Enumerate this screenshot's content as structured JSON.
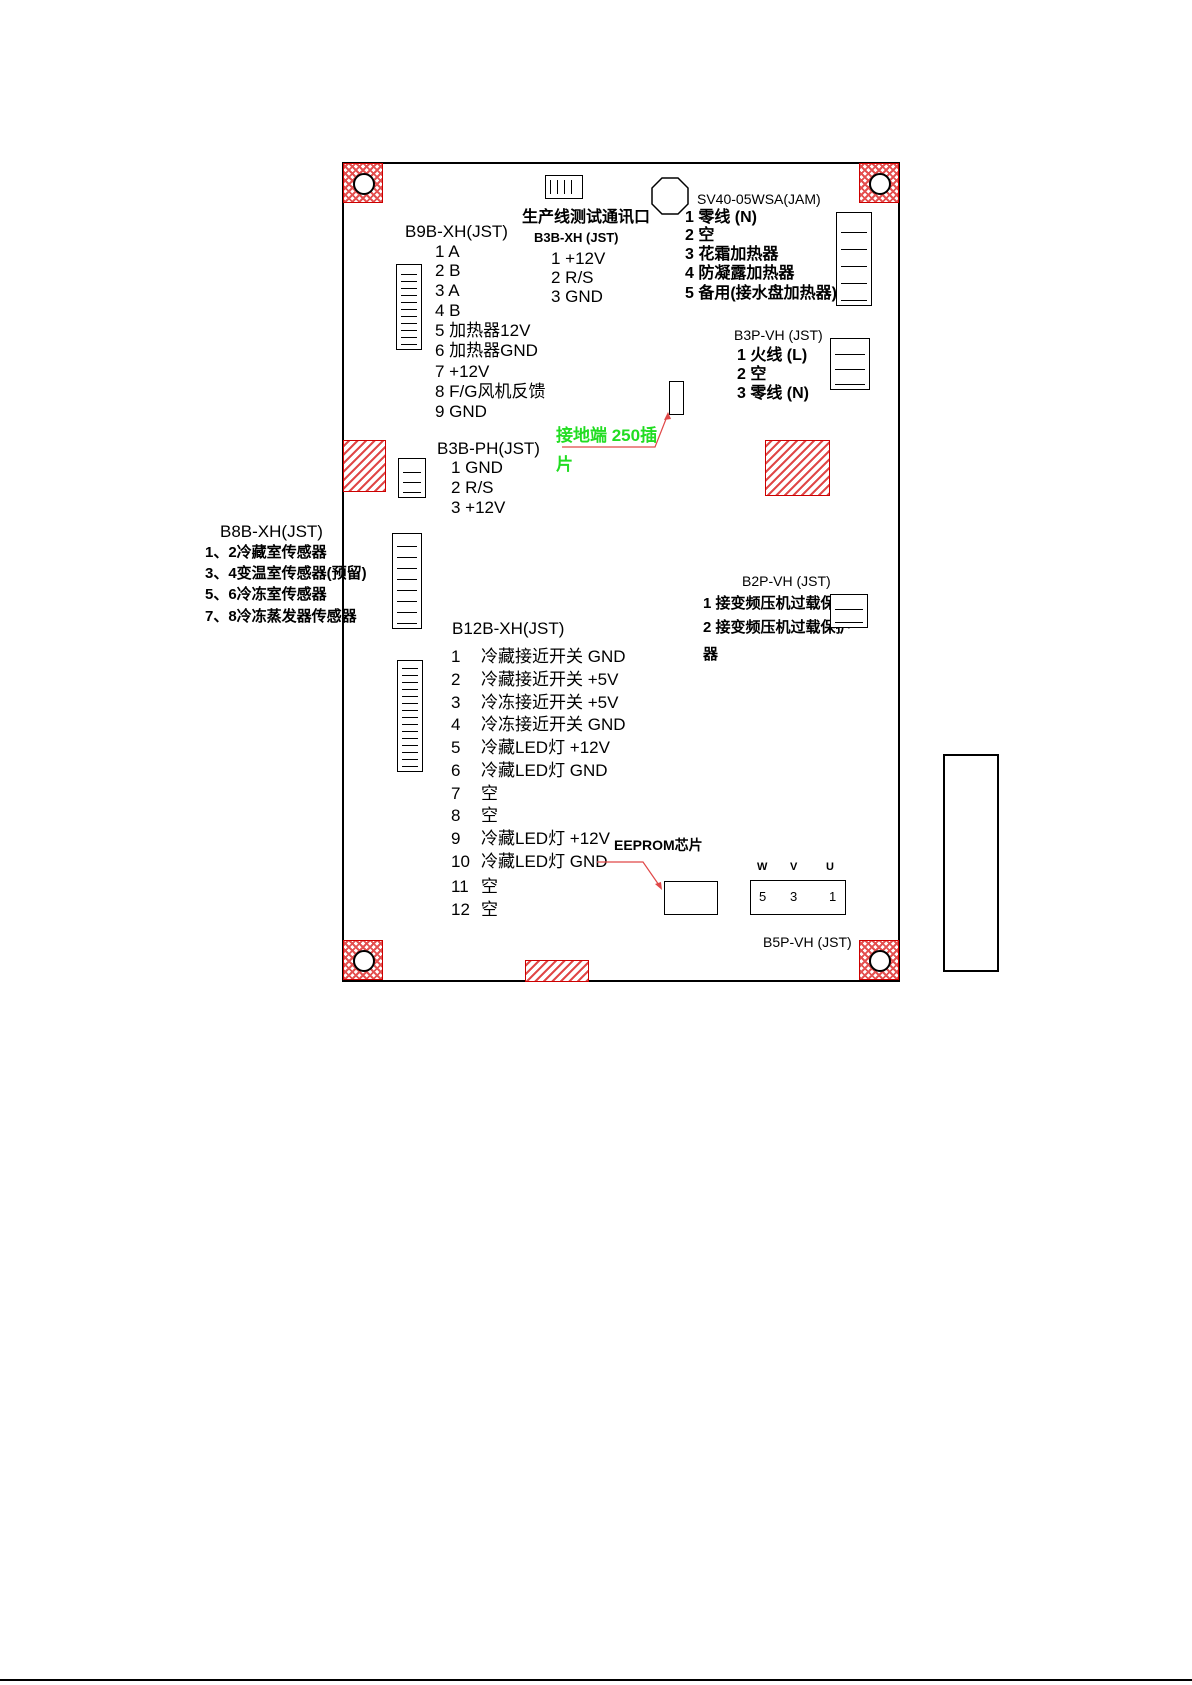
{
  "header_conn": {
    "title": "生产线测试通讯口",
    "model": "B3B-XH (JST)",
    "pins": [
      "1 +12V",
      "2 R/S",
      "3 GND"
    ]
  },
  "sv_conn": {
    "title": "SV40-05WSA(JAM)",
    "pins": [
      "1 零线 (N)",
      "2 空",
      "3 花霜加热器",
      "4 防凝露加热器",
      "5 备用(接水盘加热器)"
    ]
  },
  "b9b": {
    "title": "B9B-XH(JST)",
    "pins": [
      "1 A",
      "2 B",
      "3 A",
      "4 B",
      "5 加热器12V",
      "6 加热器GND",
      "7 +12V",
      "8 F/G风机反馈",
      "9 GND"
    ]
  },
  "b3p_vh": {
    "title": "B3P-VH (JST)",
    "pins": [
      "1  火线 (L)",
      "2  空",
      "3  零线 (N)"
    ]
  },
  "ground": {
    "label": "接地端 250插",
    "label2": "片"
  },
  "b3b_ph": {
    "title": "B3B-PH(JST)",
    "pins": [
      "1 GND",
      "2 R/S",
      "3 +12V"
    ]
  },
  "b8b": {
    "title": "B8B-XH(JST)",
    "pins": [
      "1、2冷藏室传感器",
      "3、4变温室传感器(预留)",
      "5、6冷冻室传感器",
      "7、8冷冻蒸发器传感器"
    ]
  },
  "b2p_vh": {
    "title": "B2P-VH (JST)",
    "pins": [
      "1   接变频压机过载保护器",
      "2   接变频压机过载保护",
      "器"
    ]
  },
  "b12b": {
    "title": "B12B-XH(JST)",
    "pins": [
      {
        "num": "1",
        "text": "冷藏接近开关 GND"
      },
      {
        "num": "2",
        "text": "冷藏接近开关 +5V"
      },
      {
        "num": "3",
        "text": "冷冻接近开关 +5V"
      },
      {
        "num": "4",
        "text": "冷冻接近开关 GND"
      },
      {
        "num": "5",
        "text": "冷藏LED灯 +12V"
      },
      {
        "num": "6",
        "text": "冷藏LED灯 GND"
      },
      {
        "num": "7",
        "text": "空"
      },
      {
        "num": "8",
        "text": "空"
      },
      {
        "num": "9",
        "text": "冷藏LED灯 +12V"
      },
      {
        "num": "10",
        "text": "冷藏LED灯 GND"
      },
      {
        "num": "11",
        "text": "空"
      },
      {
        "num": "12",
        "text": "空"
      }
    ]
  },
  "eeprom": {
    "label": "EEPROM芯片"
  },
  "b5p_vh": {
    "title": "B5P-VH (JST)",
    "phase_labels": [
      "W",
      "V",
      "U"
    ],
    "pin_numbers": [
      "5",
      "3",
      "1"
    ]
  }
}
